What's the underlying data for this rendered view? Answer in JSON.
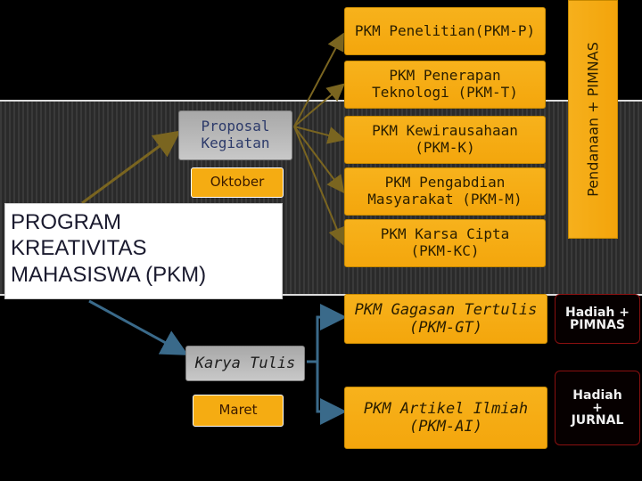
{
  "title": "PROGRAM\nKREATIVITAS\nMAHASISWA (PKM)",
  "proposal": {
    "label": "Proposal\nKegiatan",
    "month": "Oktober",
    "schemes": [
      "PKM Penelitian(PKM-P)",
      "PKM Penerapan\nTeknologi (PKM-T)",
      "PKM Kewirausahaan\n(PKM-K)",
      "PKM Pengabdian\nMasyarakat (PKM-M)",
      "PKM Karsa Cipta\n(PKM-KC)"
    ],
    "outcome": "Pendanaan + PIMNAS"
  },
  "karya_tulis": {
    "label": "Karya Tulis",
    "month": "Maret",
    "schemes": [
      {
        "label": "PKM Gagasan Tertulis\n(PKM-GT)",
        "outcome": "Hadiah +\nPIMNAS"
      },
      {
        "label": "PKM Artikel Ilmiah\n(PKM-AI)",
        "outcome": "Hadiah\n+\nJURNAL"
      }
    ]
  },
  "colors": {
    "gold": "#f5a814",
    "gray": "#b8b8b8",
    "arrow_brown": "#7a6520",
    "arrow_blue": "#3a6a8a",
    "prize_border": "#8a1010"
  }
}
